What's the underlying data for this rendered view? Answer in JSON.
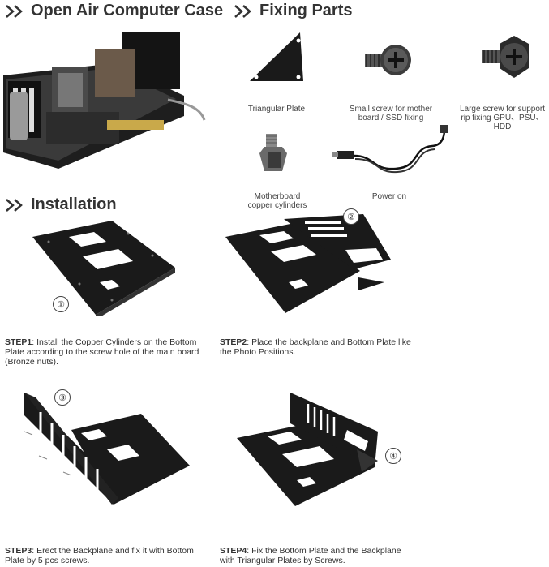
{
  "headings": {
    "case": "Open Air Computer Case",
    "parts": "Fixing Parts",
    "install": "Installation"
  },
  "parts": {
    "triangular_plate": "Triangular Plate",
    "small_screw_line1": "Small screw for mother",
    "small_screw_line2": "board / SSD fixing",
    "large_screw_line1": "Large screw for support",
    "large_screw_line2": "rip fixing GPU、PSU、HDD",
    "copper_line1": "Motherboard",
    "copper_line2": "copper cylinders",
    "power_on": "Power on"
  },
  "steps": [
    {
      "label": "STEP1",
      "number": "①",
      "text_line1": ": Install the Copper Cylinders on the Bottom",
      "text_line2": "Plate according to the screw hole of the main board",
      "text_line3": "(Bronze nuts)."
    },
    {
      "label": "STEP2",
      "number": "②",
      "text_line1": ": Place the backplane and Bottom Plate like",
      "text_line2": "the Photo Positions.",
      "text_line3": ""
    },
    {
      "label": "STEP3",
      "number": "③",
      "text_line1": ": Erect the Backplane and fix it with Bottom",
      "text_line2": "Plate by 5 pcs screws.",
      "text_line3": ""
    },
    {
      "label": "STEP4",
      "number": "④",
      "text_line1": ": Fix the Bottom Plate and the Backplane",
      "text_line2": "with Triangular Plates by Screws.",
      "text_line3": ""
    }
  ],
  "colors": {
    "metal": "#1a1a1a",
    "cutout": "#ffffff",
    "accent": "#333333"
  }
}
